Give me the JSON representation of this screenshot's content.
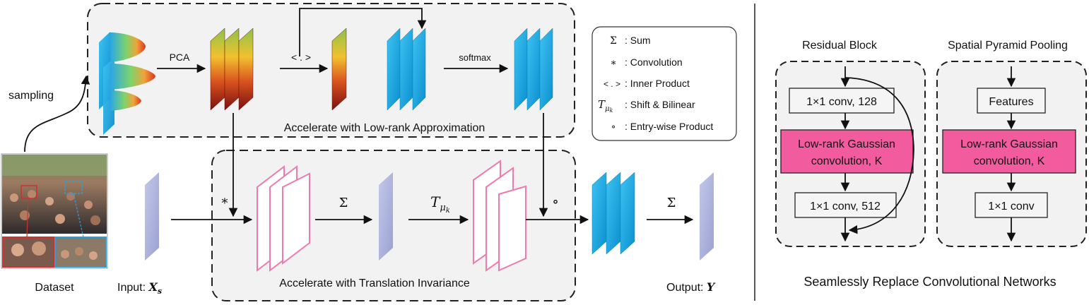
{
  "colors": {
    "panel_fill": "#f2f2f2",
    "blue_block": "#16a6e0",
    "pink_outline": "#ee7ab0",
    "pink_box": "#f25c9f",
    "lavender_plane": "#aab0d8"
  },
  "dataset": {
    "label": "Dataset",
    "sampling_label": "sampling"
  },
  "top_panel": {
    "caption": "Accelerate with Low-rank Approximation",
    "pca_label": "PCA",
    "inner_label": "< . >",
    "softmax_label": "softmax"
  },
  "legend": [
    {
      "symbol": "Σ",
      "text": ": Sum"
    },
    {
      "symbol": "∗",
      "text": ": Convolution"
    },
    {
      "symbol": "< . >",
      "text": ": Inner Product"
    },
    {
      "symbol": "Tμk",
      "text": ": Shift & Bilinear"
    },
    {
      "symbol": "∘",
      "text": ": Entry-wise Product"
    }
  ],
  "bottom_panel": {
    "caption": "Accelerate with Translation Invariance",
    "input_label": "Input: ",
    "input_symbol": "X",
    "input_sub": "s",
    "output_label": "Output: ",
    "output_symbol": "Y",
    "conv_symbol": "∗",
    "sum_symbol": "Σ",
    "shift_symbol": "T",
    "shift_sub": "μ",
    "shift_subsub": "k",
    "product_symbol": "∘"
  },
  "residual_block": {
    "title": "Residual Block",
    "box1": "1×1 conv, 128",
    "gauss_line1": "Low-rank Gaussian",
    "gauss_line2": "convolution, K",
    "box3": "1×1 conv, 512"
  },
  "spp": {
    "title": "Spatial Pyramid Pooling",
    "box1": "Features",
    "gauss_line1": "Low-rank Gaussian",
    "gauss_line2": "convolution, K",
    "box3": "1×1 conv"
  },
  "right_caption": "Seamlessly Replace Convolutional Networks"
}
